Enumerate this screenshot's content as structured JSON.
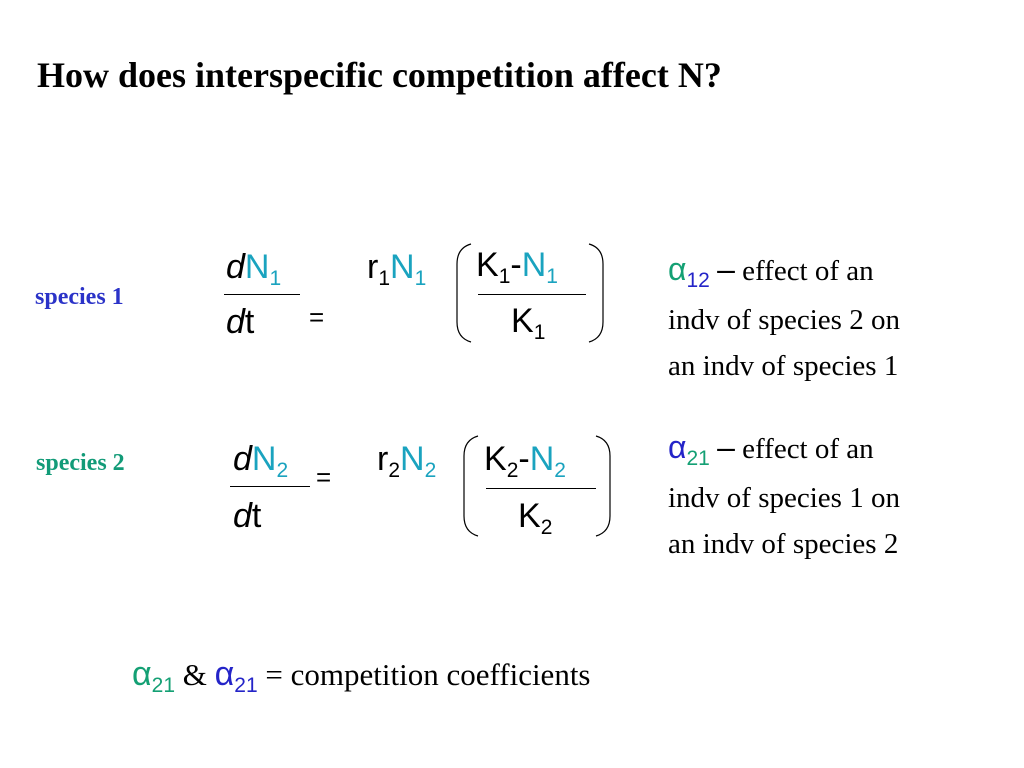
{
  "title": "How does interspecific competition affect N?",
  "species1": {
    "label": "species 1",
    "d_top": "d",
    "N_top": "N",
    "N_top_sub": "1",
    "d_bot": "d",
    "t_bot": "t",
    "equals": "=",
    "r": "r",
    "r_sub": "1",
    "N": "N",
    "N_sub": "1",
    "K": "K",
    "K_sub": "1",
    "minus": "-",
    "N2": "N",
    "N2_sub": "1",
    "K_den": "K",
    "K_den_sub": "1"
  },
  "species2": {
    "label": "species 2",
    "d_top": "d",
    "N_top": "N",
    "N_top_sub": "2",
    "d_bot": "d",
    "t_bot": "t",
    "equals": "=",
    "r": "r",
    "r_sub": "2",
    "N": "N",
    "N_sub": "2",
    "K": "K",
    "K_sub": "2",
    "minus": "-",
    "N2": "N",
    "N2_sub": "2",
    "K_den": "K",
    "K_den_sub": "2"
  },
  "def12": {
    "alpha": "α",
    "sub": "12",
    "dash": "–",
    "line1": "effect of an",
    "line2": "indv of species 2 on",
    "line3": "an indv of species 1"
  },
  "def21": {
    "alpha": "α",
    "sub": "21",
    "dash": "–",
    "line1": "effect of an",
    "line2": "indv of species 1 on",
    "line3": "an indv of species 2"
  },
  "footer": {
    "alpha1": "α",
    "sub1": "21",
    "amp": "&",
    "alpha2": "α",
    "sub2": "21",
    "text": "= competition coefficients"
  },
  "colors": {
    "species1": "#2b33c8",
    "species2": "#129b78",
    "teal_N": "#1aa3bf"
  }
}
